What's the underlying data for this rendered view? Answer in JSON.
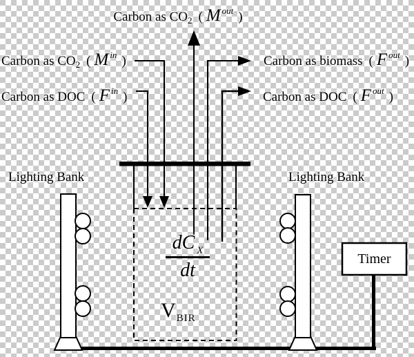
{
  "syntax": {
    "open": "(",
    "close": ")"
  },
  "flows": {
    "co2_out": {
      "prefix": "Carbon as CO",
      "prefix_sub": "2",
      "variable": "M",
      "superscript": "out"
    },
    "co2_in": {
      "prefix": "Carbon as CO",
      "prefix_sub": "2",
      "variable": "M",
      "superscript": "in"
    },
    "doc_in": {
      "prefix": "Carbon as DOC",
      "variable": "F",
      "superscript": "in"
    },
    "biomass_out": {
      "prefix": "Carbon as biomass",
      "variable": "F",
      "superscript": "out"
    },
    "doc_out": {
      "prefix": "Carbon as DOC",
      "variable": "F",
      "superscript": "out"
    }
  },
  "equipment": {
    "lighting_bank_left": {
      "label": "Lighting Bank"
    },
    "lighting_bank_right": {
      "label": "Lighting Bank"
    },
    "timer": {
      "label": "Timer"
    }
  },
  "reactor": {
    "rate_numerator": "dC",
    "rate_numerator_sub": "X",
    "rate_denominator": "dt",
    "volume_symbol": "V",
    "volume_sub": "BIR"
  },
  "colors": {
    "ink": "#000000",
    "checker_dark": "#cbcbcb",
    "checker_light": "#ffffff"
  }
}
